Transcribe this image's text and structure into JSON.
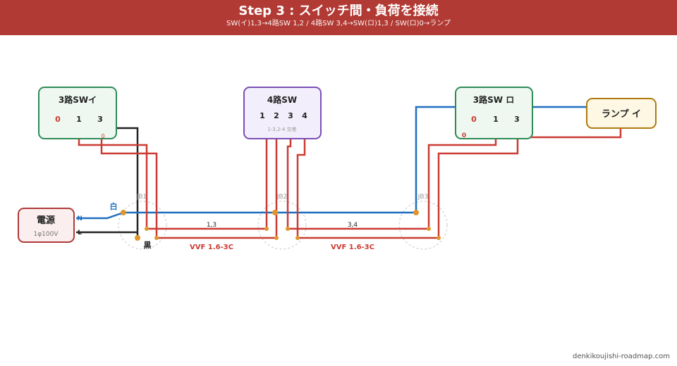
{
  "banner": {
    "title": "Step 3 : スイッチ間・負荷を接続",
    "subtitle": "SW(イ)1,3→4路SW 1,2 / 4路SW 3,4→SW(ロ)1,3 / SW(ロ)0→ランプ"
  },
  "colors": {
    "banner": "#b23a34",
    "red_wire": "#cc3b33",
    "blue_wire": "#1f6fbf",
    "black_wire": "#222222",
    "node": "#e0952a",
    "three_way_box": "#2e8b57",
    "four_way_box": "#7a4fb4",
    "power_box": "#b03a3a",
    "lamp_box": "#b07a10"
  },
  "switch_i": {
    "title": "3路SWイ",
    "t0": "0",
    "t1": "1",
    "t3": "3",
    "wire_label": "0"
  },
  "switch_4": {
    "title": "4路SW",
    "t1": "1",
    "t2": "2",
    "t3": "3",
    "t4": "4",
    "note": "1-3,2-4 交差"
  },
  "switch_ro": {
    "title": "3路SW ロ",
    "t0": "0",
    "t1": "1",
    "t3": "3",
    "wire_label": "0"
  },
  "lamp": {
    "label": "ランプ イ"
  },
  "power": {
    "label": "電源",
    "spec": "1φ100V",
    "n": "N",
    "l": "L"
  },
  "junctions": {
    "jb1": "JB1",
    "jb2": "JB2",
    "jb3": "JB3"
  },
  "labels": {
    "white": "白",
    "black": "黒",
    "pair_13": "1,3",
    "pair_34": "3,4",
    "cable1": "VVF 1.6-3C",
    "cable2": "VVF 1.6-3C"
  },
  "footer": "denkikoujishi-roadmap.com"
}
